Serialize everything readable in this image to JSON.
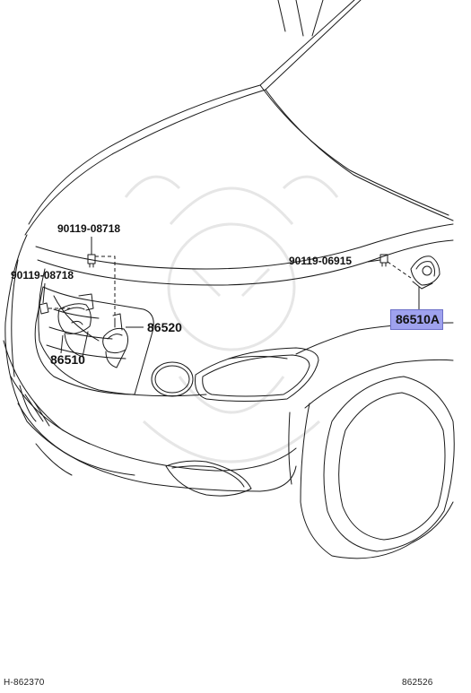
{
  "parts": {
    "bolt_left_upper": "90119-08718",
    "bolt_left_lower": "90119-08718",
    "bolt_right": "90119-06915",
    "horn_bracket": "86520",
    "horn_low": "86510",
    "horn_high": "86510A"
  },
  "footer": {
    "left": "H-862370",
    "right": "862526"
  },
  "highlight_color": "#9fa2ee"
}
